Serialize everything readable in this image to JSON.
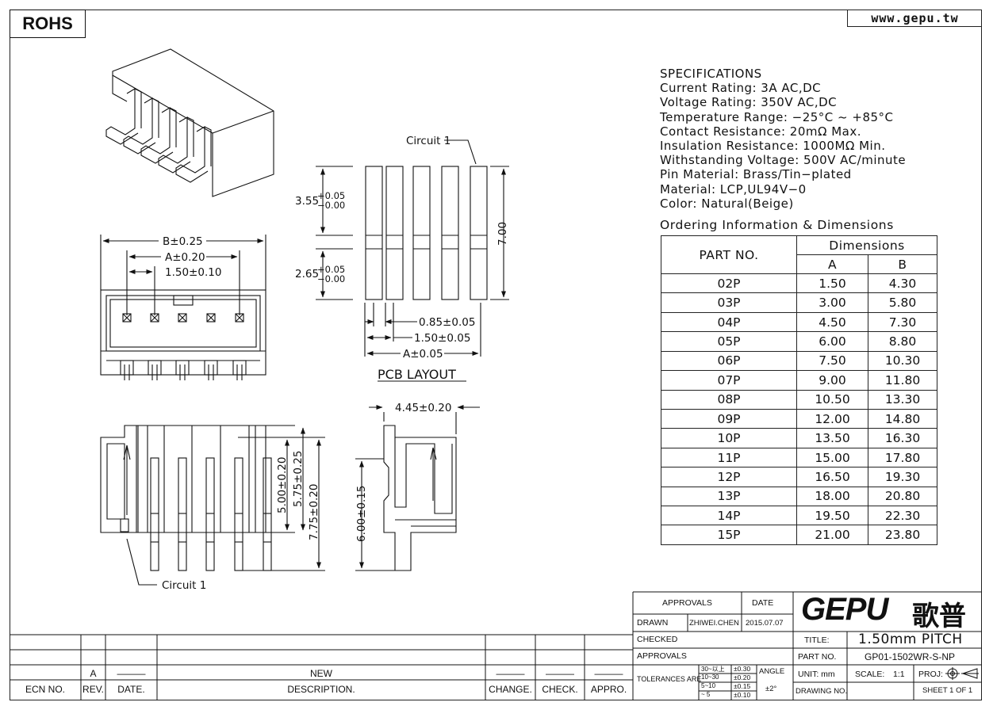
{
  "header": {
    "rohs": "ROHS",
    "website": "www.gepu.tw"
  },
  "specs": {
    "title": "SPECIFICATIONS",
    "lines": [
      "Current Rating: 3A AC,DC",
      "Voltage Rating: 350V AC,DC",
      "Temperature Range: −25°C ~ +85°C",
      "Contact Resistance: 20mΩ Max.",
      "Insulation Resistance: 1000MΩ Min.",
      "Withstanding Voltage: 500V AC/minute",
      "Pin Material: Brass/Tin−plated",
      "Material: LCP,UL94V−0",
      "Color: Natural(Beige)"
    ]
  },
  "ordering": {
    "heading": "Ordering Information & Dimensions",
    "part_header": "PART NO.",
    "dim_header": "Dimensions",
    "col_a": "A",
    "col_b": "B",
    "rows": [
      {
        "part": "02P",
        "a": "1.50",
        "b": "4.30"
      },
      {
        "part": "03P",
        "a": "3.00",
        "b": "5.80"
      },
      {
        "part": "04P",
        "a": "4.50",
        "b": "7.30"
      },
      {
        "part": "05P",
        "a": "6.00",
        "b": "8.80"
      },
      {
        "part": "06P",
        "a": "7.50",
        "b": "10.30"
      },
      {
        "part": "07P",
        "a": "9.00",
        "b": "11.80"
      },
      {
        "part": "08P",
        "a": "10.50",
        "b": "13.30"
      },
      {
        "part": "09P",
        "a": "12.00",
        "b": "14.80"
      },
      {
        "part": "10P",
        "a": "13.50",
        "b": "16.30"
      },
      {
        "part": "11P",
        "a": "15.00",
        "b": "17.80"
      },
      {
        "part": "12P",
        "a": "16.50",
        "b": "19.30"
      },
      {
        "part": "13P",
        "a": "18.00",
        "b": "20.80"
      },
      {
        "part": "14P",
        "a": "19.50",
        "b": "22.30"
      },
      {
        "part": "15P",
        "a": "21.00",
        "b": "23.80"
      }
    ]
  },
  "drawing": {
    "circuit1_top": "Circuit 1",
    "circuit1_bottom": "Circuit 1",
    "dim_355": "3.55",
    "tol_355_plus": "+0.05",
    "tol_355_minus": "−0.00",
    "dim_265": "2.65",
    "tol_265_plus": "+0.05",
    "tol_265_minus": "−0.00",
    "dim_700": "7.00",
    "dim_085": "0.85±0.05",
    "dim_150_pcb": "1.50±0.05",
    "dim_a_pcb": "A±0.05",
    "pcb_layout": "PCB LAYOUT",
    "dim_b": "B±0.25",
    "dim_a": "A±0.20",
    "dim_150": "1.50±0.10",
    "dim_500": "5.00±0.20",
    "dim_575": "5.75±0.25",
    "dim_775": "7.75±0.20",
    "dim_445": "4.45±0.20",
    "dim_600": "6.00±0.15"
  },
  "title_block": {
    "approvals_header": "APPROVALS",
    "date_header": "DATE",
    "drawn_label": "DRAWN",
    "drawn_by": "ZHIWEI.CHEN",
    "drawn_date": "2015.07.07",
    "checked_label": "CHECKED",
    "approvals_label": "APPROVALS",
    "tolerances_label": "TOLERANCES ARE",
    "tol_ranges": [
      "30~以上",
      "10~30",
      "5~10",
      "~ 5"
    ],
    "tol_values": [
      "±0.30",
      "±0.20",
      "±0.15",
      "±0.10"
    ],
    "angle_label": "ANGLE",
    "angle_value": "±2°",
    "logo_latin": "GEPU",
    "logo_cjk": "歌普",
    "title_label": "TITLE:",
    "title_value": "1.50mm PITCH",
    "part_no_label": "PART NO.",
    "part_no_value": "GP01-1502WR-S-NP",
    "unit_label": "UNIT: mm",
    "scale_label": "SCALE:",
    "scale_value": "1:1",
    "proj_label": "PROJ:",
    "drawing_no_label": "DRAWING NO.",
    "sheet_label": "SHEET 1 OF 1"
  },
  "ecn": {
    "rev": "A",
    "rev_dash": "———",
    "new": "NEW",
    "change_dash": "———",
    "check_dash": "———",
    "appro_dash": "———",
    "headers": [
      "ECN NO.",
      "REV.",
      "DATE.",
      "DESCRIPTION.",
      "CHANGE.",
      "CHECK.",
      "APPRO."
    ]
  }
}
